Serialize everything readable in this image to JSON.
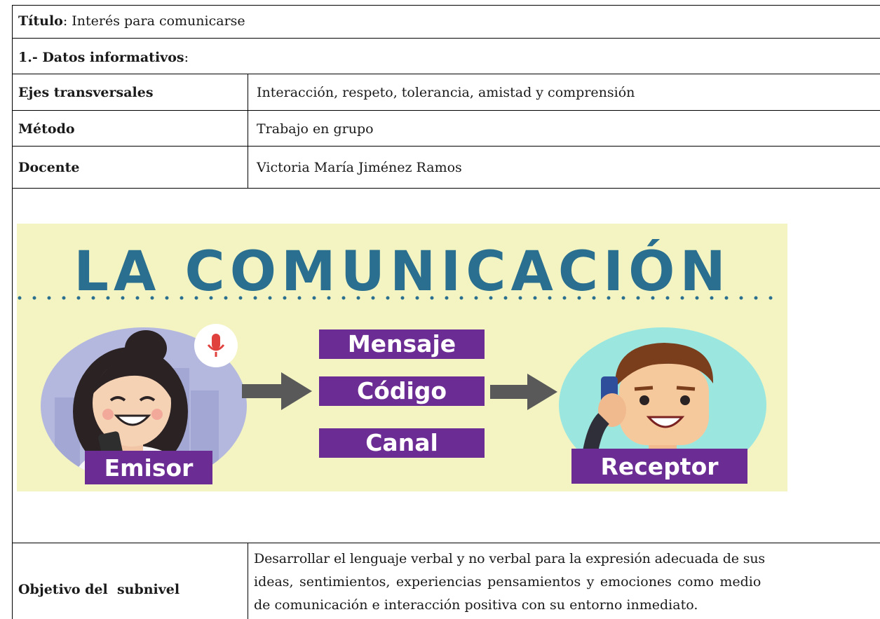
{
  "header": {
    "titulo_label": "Título",
    "titulo_value": ": Interés para comunicarse",
    "datos_label": "1.- Datos informativos",
    "datos_suffix": ":"
  },
  "info_rows": [
    {
      "label": "Ejes transversales",
      "value": "Interacción, respeto, tolerancia, amistad y comprensión"
    },
    {
      "label": "Método",
      "value": "Trabajo en grupo"
    },
    {
      "label": "Docente",
      "value": "Victoria María Jiménez Ramos"
    }
  ],
  "infographic": {
    "title": "LA COMUNICACIÓN",
    "tags": [
      "Mensaje",
      "Código",
      "Canal"
    ],
    "emisor": "Emisor",
    "receptor": "Receptor",
    "colors": {
      "background": "#f3f4c2",
      "title": "#2a6f8f",
      "tag": "#6b2c93",
      "arrow": "#595959",
      "left_circle": "#b4b8df",
      "right_circle": "#9be7e0"
    }
  },
  "objective": {
    "label": "Objetivo del  subnivel",
    "lines": [
      "Desarrollar el lenguaje verbal y no verbal para la expresión adecuada de sus",
      "ideas, sentimientos, experiencias pensamientos y emociones como medio",
      "de comunicación e interacción positiva con su entorno inmediato."
    ]
  }
}
